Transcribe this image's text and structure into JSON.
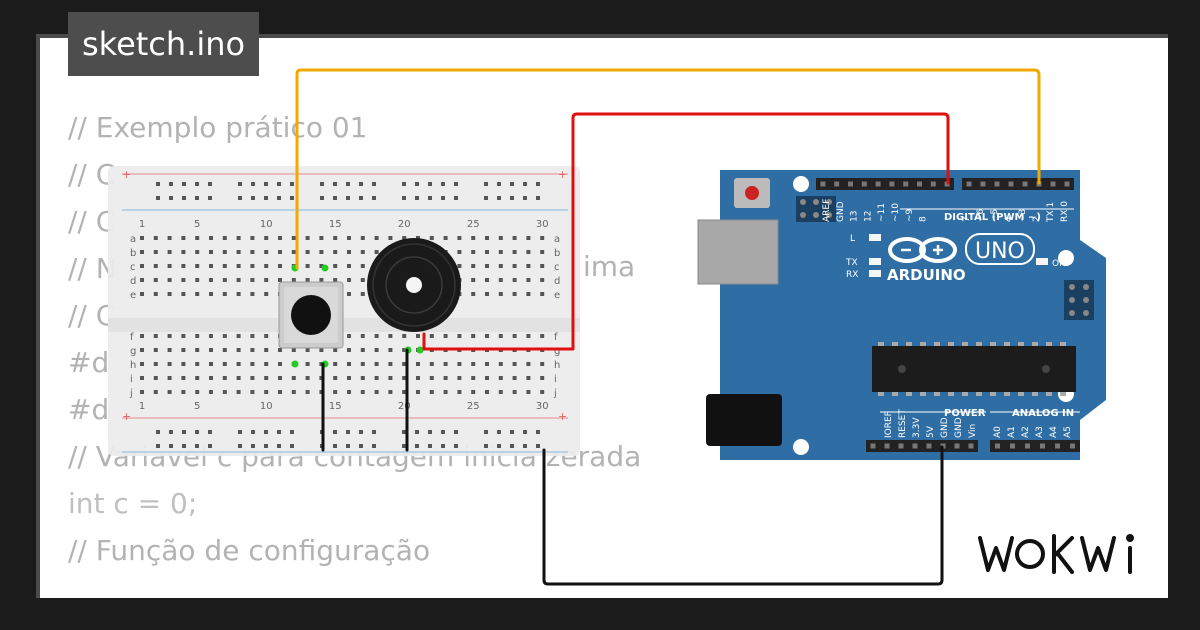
{
  "card": {
    "filename": "sketch.ino",
    "brand": "WOKWI"
  },
  "code_lines": [
    "// Exemplo prático 01",
    "// C",
    "// C",
    "// N",
    "// C",
    "#d",
    "#d",
    "// Variável c para contagem inicia zerada",
    "int c = 0;",
    "// Função de configuração"
  ],
  "code_fragments": {
    "line4_tail": "ima"
  },
  "breadboard": {
    "column_labels": [
      "1",
      "5",
      "10",
      "15",
      "20",
      "25",
      "30"
    ],
    "row_labels_top": [
      "a",
      "b",
      "c",
      "d",
      "e"
    ],
    "row_labels_bottom": [
      "f",
      "g",
      "h",
      "i",
      "j"
    ]
  },
  "arduino": {
    "model": "UNO",
    "brand": "ARDUINO",
    "digital_header": "DIGITAL (PWM ~)",
    "digital_pins": [
      "AREF",
      "GND",
      "13",
      "12",
      "~11",
      "~10",
      "~9",
      "8",
      "7",
      "~6",
      "~5",
      "4",
      "~3",
      "2",
      "TX 1",
      "RX 0"
    ],
    "power_header": "POWER",
    "power_pins": [
      "IOREF",
      "RESET",
      "3.3V",
      "5V",
      "GND",
      "GND",
      "Vin"
    ],
    "analog_header": "ANALOG IN",
    "analog_pins": [
      "A0",
      "A1",
      "A2",
      "A3",
      "A4",
      "A5"
    ],
    "leds": [
      "L",
      "TX",
      "RX"
    ],
    "on_label": "ON"
  },
  "colors": {
    "board_blue": "#2f6ea5",
    "wire_orange": "#f2a900",
    "wire_red": "#e01010",
    "wire_black": "#111111",
    "pin_green": "#22cc22"
  }
}
